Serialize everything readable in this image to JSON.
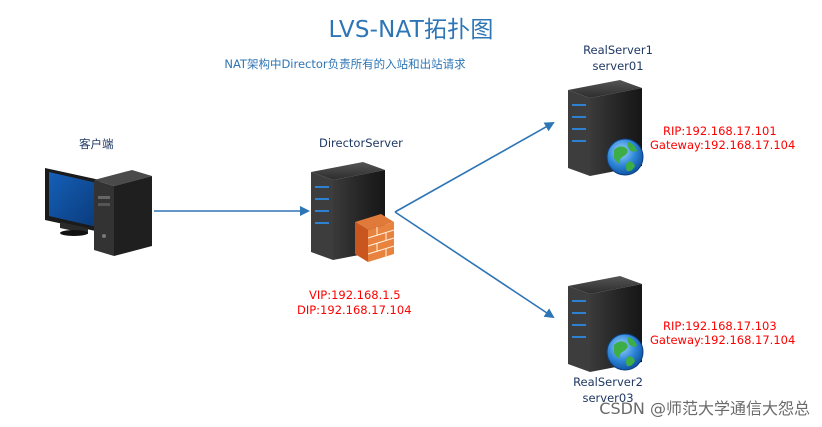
{
  "title": "LVS-NAT拓扑图",
  "subtitle": "NAT架构中Director负责所有的入站和出站请求",
  "client": {
    "label": "客户端"
  },
  "director": {
    "label": "DirectorServer",
    "vip": "VIP:192.168.1.5",
    "dip": "DIP:192.168.17.104"
  },
  "realserver1": {
    "name": "RealServer1",
    "host": "server01",
    "rip": "RIP:192.168.17.101",
    "gateway": "Gateway:192.168.17.104"
  },
  "realserver2": {
    "name": "RealServer2",
    "host": "server03",
    "rip": "RIP:192.168.17.103",
    "gateway": "Gateway:192.168.17.104"
  },
  "watermark": "CSDN @师范大学通信大怨总",
  "colors": {
    "title": "#2e75b6",
    "connector": "#2e75b6",
    "address": "#ff0000",
    "server_body": "#2b2b2b"
  },
  "icons": {
    "client": "desktop-computer-icon",
    "director": "server-with-firewall-icon",
    "realserver": "server-with-globe-icon"
  }
}
